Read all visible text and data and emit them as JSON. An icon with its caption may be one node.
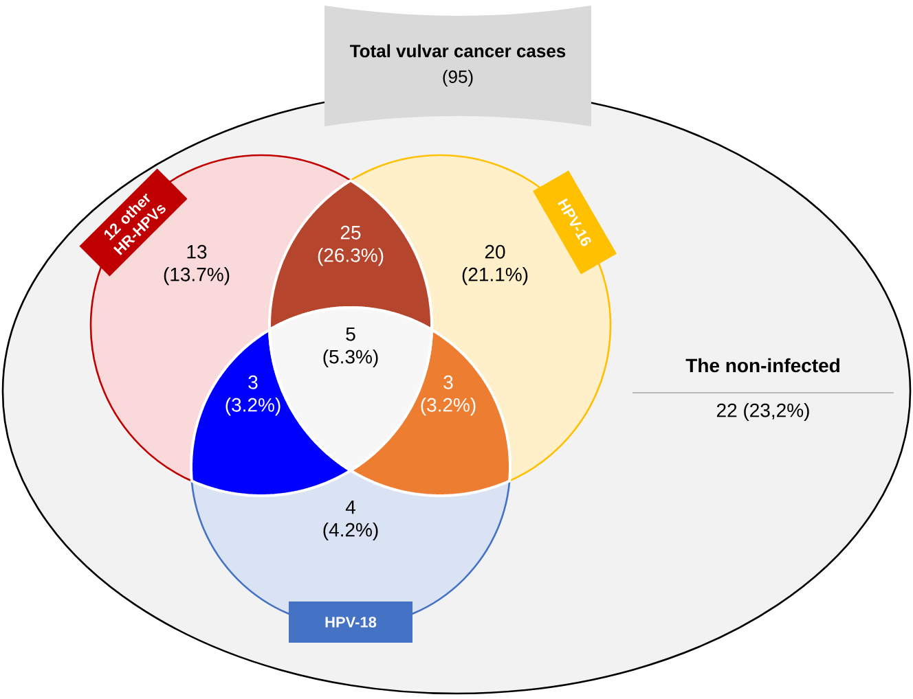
{
  "diagram": {
    "nodes": [
      {
        "text": [
          "Total vulvar cancer cases",
          "(95)"
        ]
      },
      {
        "text": [
          "12 other HR-HPVs",
          "13 (13.7%)"
        ],
        "in": 0
      },
      {
        "text": [
          "HPV-16",
          "20 (21.1%)"
        ],
        "in": 0
      },
      {
        "text": [
          "4 (4.2%)",
          "HPV-18"
        ],
        "in": 0
      },
      {
        "text": [
          "25 (26.3%)"
        ]
      },
      {
        "text": [
          "3 (3.2%)"
        ]
      },
      {
        "text": [
          "3 (3.2%)"
        ]
      },
      {
        "text": [
          "5 (5.3%)"
        ]
      }
    ],
    "labels": [
      "The non-infected",
      "22 (23,2%)"
    ]
  }
}
